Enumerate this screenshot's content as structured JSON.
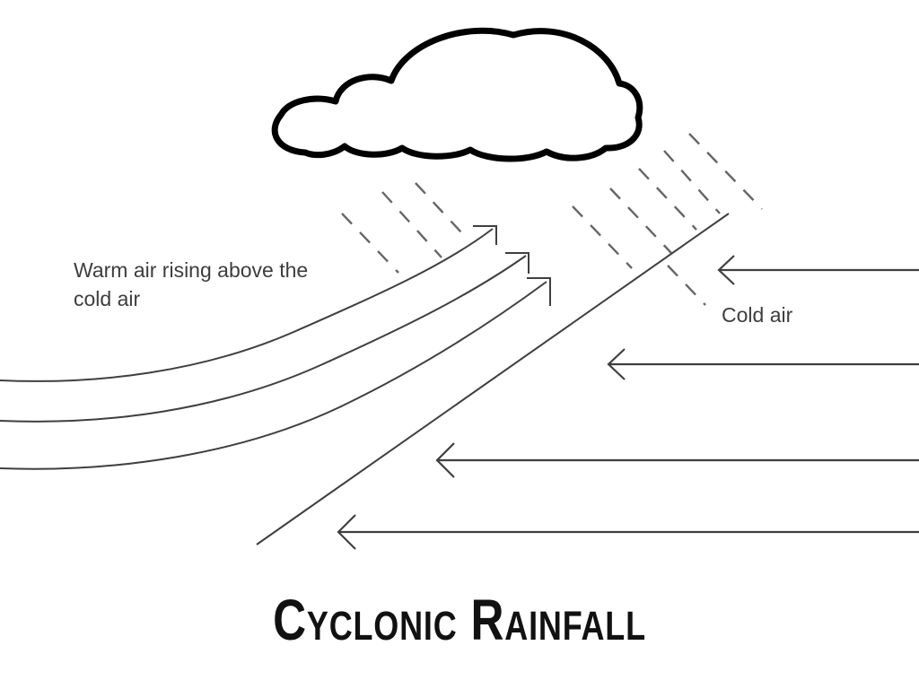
{
  "diagram": {
    "title": "Cyclonic Rainfall",
    "labels": {
      "warm_air_line1": "Warm air rising above the",
      "warm_air_line2": "cold air",
      "cold_air": "Cold air"
    },
    "elements": {
      "cloud": "cloud outline",
      "rain_left": "3 dashed rain streaks left of warm front",
      "rain_right": "6 dashed rain streaks near front top",
      "warm_streams": "3 curved warm-air streamlines rising to upper right with corner arrowheads",
      "front_line": "diagonal frontal boundary from lower left to upper right",
      "cold_arrows": "4 horizontal arrows pointing left toward the front"
    },
    "colors": {
      "background": "#ffffff",
      "line": "#3f3f3f",
      "rain_dash": "#666666",
      "cloud_outline": "#000000",
      "label_text": "#3d3d3d",
      "title_text": "#111111"
    }
  }
}
